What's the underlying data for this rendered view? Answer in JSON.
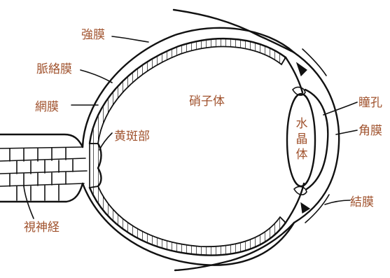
{
  "labels": {
    "sclera": "強膜",
    "choroid": "脈絡膜",
    "retina": "網膜",
    "macula": "黄斑部",
    "vitreous": "硝子体",
    "lens": "水晶体",
    "pupil": "瞳孔",
    "cornea": "角膜",
    "conjunctiva": "結膜",
    "optic_nerve": "視神経"
  },
  "colors": {
    "label_text": "#a0522d",
    "ink": "#111111"
  }
}
